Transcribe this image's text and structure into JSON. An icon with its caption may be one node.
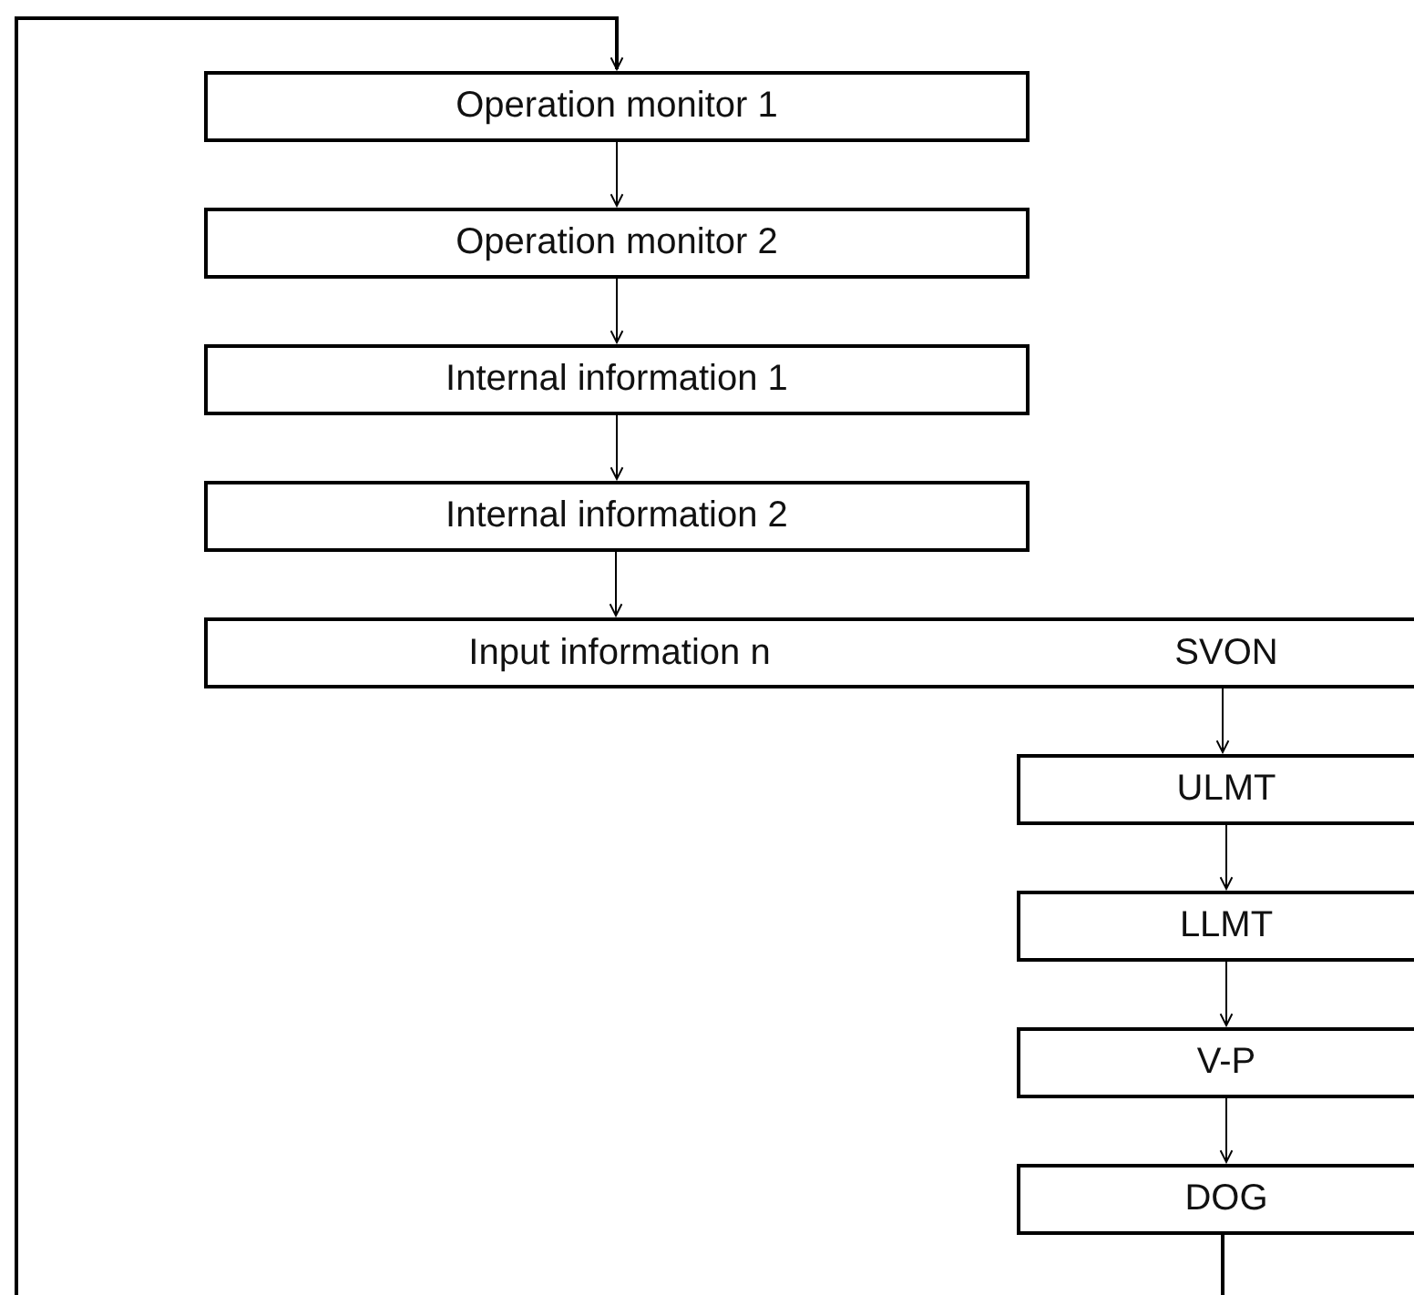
{
  "diagram": {
    "nodes": [
      {
        "text": [
          "Operation monitor 1"
        ]
      },
      {
        "text": [
          "Operation monitor 2"
        ]
      },
      {
        "text": [
          "Internal information 1"
        ]
      },
      {
        "text": [
          "Internal information 2"
        ]
      },
      {
        "text": [
          "Input information n",
          "SVON"
        ]
      },
      {
        "text": [
          "ULMT"
        ]
      },
      {
        "text": [
          "LLMT"
        ]
      },
      {
        "text": [
          "V-P"
        ]
      },
      {
        "text": [
          "DOG"
        ]
      }
    ],
    "edges": [
      {
        "from": null,
        "to": 0,
        "arrow": "to"
      },
      {
        "from": 0,
        "to": 1,
        "arrow": "to"
      },
      {
        "from": 1,
        "to": 2,
        "arrow": "to"
      },
      {
        "from": 2,
        "to": 3,
        "arrow": "to"
      },
      {
        "from": 3,
        "to": 4,
        "arrow": "to"
      },
      {
        "from": 4,
        "to": 5,
        "arrow": "to"
      },
      {
        "from": 5,
        "to": 6,
        "arrow": "to"
      },
      {
        "from": 6,
        "to": 7,
        "arrow": "to"
      },
      {
        "from": 7,
        "to": 8,
        "arrow": "to"
      },
      {
        "from": 8,
        "to": null,
        "arrow": "none"
      }
    ]
  }
}
